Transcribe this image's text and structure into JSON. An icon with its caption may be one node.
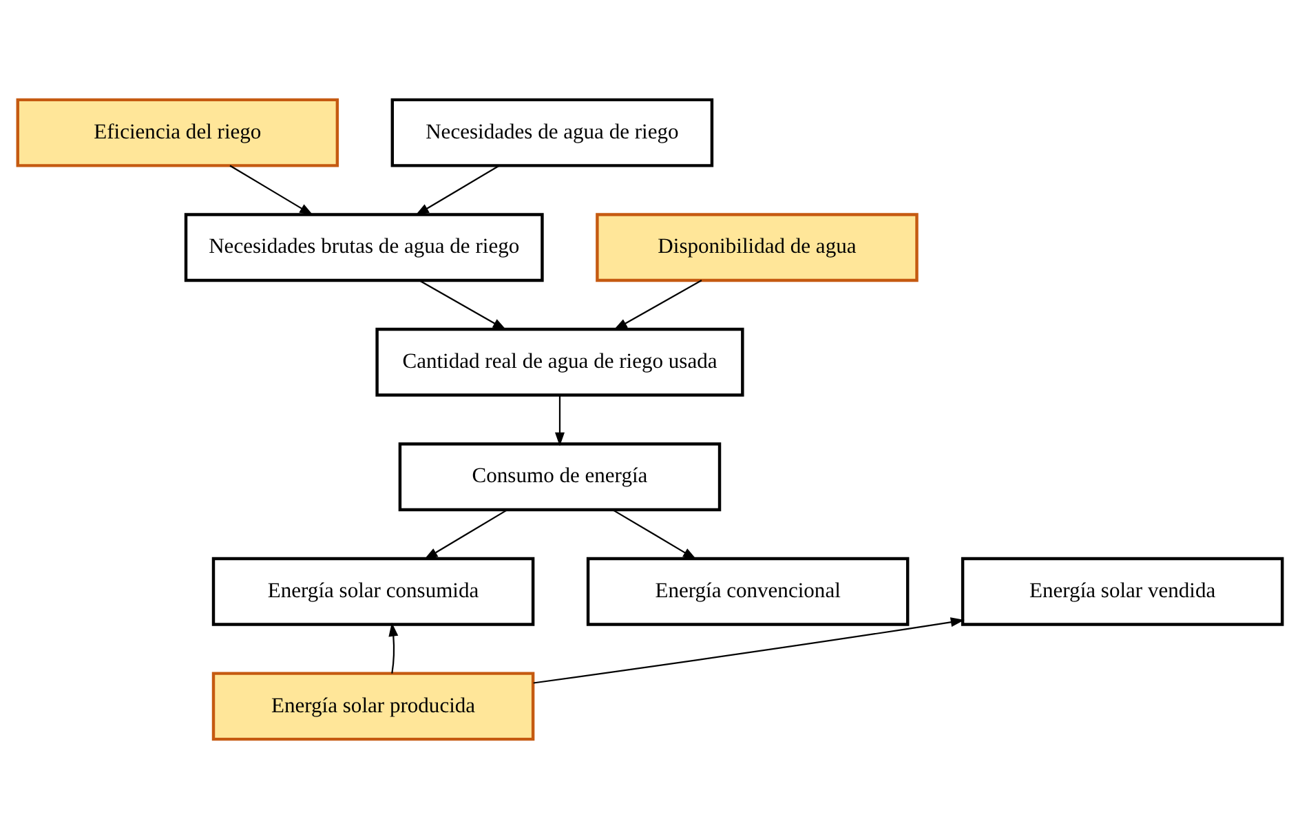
{
  "diagram": {
    "nodes": [
      {
        "text": [
          "Eficiencia del riego"
        ]
      },
      {
        "text": [
          "Necesidades de agua de riego"
        ]
      },
      {
        "text": [
          "Necesidades brutas de agua de riego"
        ]
      },
      {
        "text": [
          "Disponibilidad de agua"
        ]
      },
      {
        "text": [
          "Cantidad real de agua de riego usada"
        ]
      },
      {
        "text": [
          "Consumo de energía"
        ]
      },
      {
        "text": [
          "Energía solar vendida"
        ]
      },
      {
        "text": [
          "Energía solar consumida"
        ]
      },
      {
        "text": [
          "Energía convencional"
        ]
      },
      {
        "text": [
          "Energía solar producida"
        ]
      }
    ],
    "edges": [
      {
        "from": 0,
        "to": 2,
        "arrow": "to"
      },
      {
        "from": 1,
        "to": 2,
        "arrow": "to"
      },
      {
        "from": 2,
        "to": 4,
        "arrow": "to"
      },
      {
        "from": 3,
        "to": 4,
        "arrow": "to"
      },
      {
        "from": 4,
        "to": 5,
        "arrow": "to"
      },
      {
        "from": 5,
        "to": 7,
        "arrow": "to"
      },
      {
        "from": 5,
        "to": 8,
        "arrow": "to"
      },
      {
        "from": 9,
        "to": 6,
        "arrow": "to"
      },
      {
        "from": 9,
        "to": 7,
        "arrow": "to"
      }
    ]
  }
}
